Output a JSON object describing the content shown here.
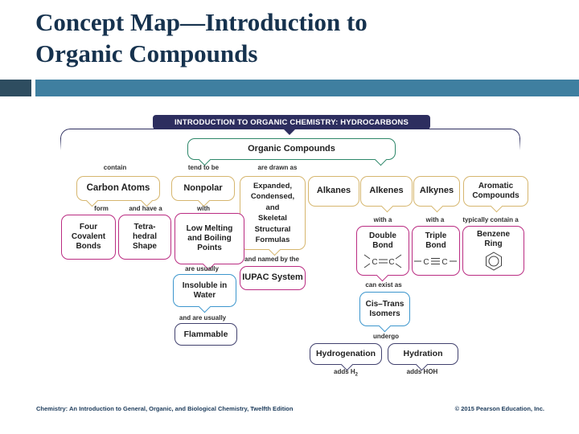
{
  "slide": {
    "title": "Concept Map—Introduction to\nOrganic Compounds",
    "footer_left": "Chemistry: An Introduction to General, Organic, and Biological Chemistry, Twelfth Edition",
    "footer_right": "© 2015 Pearson Education, Inc."
  },
  "colors": {
    "title_text": "#16324e",
    "bar_dark": "#2e4d60",
    "bar_light": "#3f7fa0",
    "banner_bg": "#2d2e5f",
    "node_tan": "#d6b66e",
    "node_magenta": "#ba2c82",
    "node_blue": "#3c96cd",
    "node_navy": "#41416e",
    "node_teal": "#2d8769"
  },
  "map": {
    "banner": "INTRODUCTION TO ORGANIC CHEMISTRY: HYDROCARBONS",
    "root": "Organic Compounds",
    "labels": {
      "contain": "contain",
      "tend_to_be": "tend to be",
      "are_drawn_as": "are drawn as",
      "form": "form",
      "and_have_a": "and have a",
      "with": "with",
      "with_a_1": "with a",
      "with_a_2": "with a",
      "typically_contain_a": "typically contain a",
      "and_named_by_the": "and named by the",
      "are_usually": "are usually",
      "and_are_usually": "and are usually",
      "can_exist_as": "can exist as",
      "undergo": "undergo",
      "adds_h": "adds H",
      "adds_h_sub": "2",
      "adds_hoh": "adds HOH"
    },
    "nodes": {
      "carbon_atoms": "Carbon Atoms",
      "nonpolar": "Nonpolar",
      "formulas": "Expanded,\nCondensed,\nand\nSkeletal\nStructural\nFormulas",
      "alkanes": "Alkanes",
      "alkenes": "Alkenes",
      "alkynes": "Alkynes",
      "aromatic_compounds": "Aromatic\nCompounds",
      "four_covalent_bonds": "Four\nCovalent\nBonds",
      "tetrahedral_shape": "Tetra-\nhedral\nShape",
      "low_melting": "Low Melting\nand Boiling\nPoints",
      "insoluble_in_water": "Insoluble in\nWater",
      "flammable": "Flammable",
      "iupac_system": "IUPAC System",
      "double_bond": "Double\nBond",
      "triple_bond": "Triple\nBond",
      "benzene_ring": "Benzene\nRing",
      "cis_trans_isomers": "Cis–Trans\nIsomers",
      "hydrogenation": "Hydrogenation",
      "hydration": "Hydration"
    },
    "structures": {
      "carbon": "C"
    }
  }
}
